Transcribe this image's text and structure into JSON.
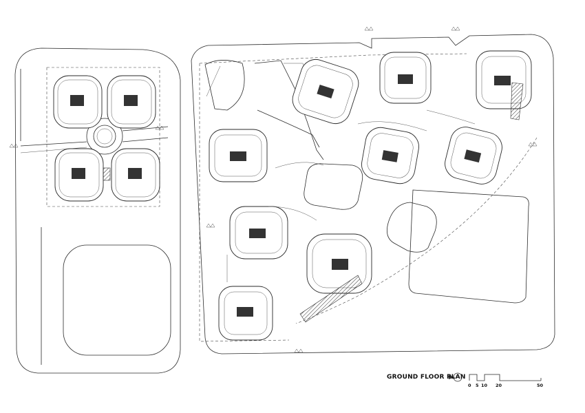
{
  "plan": {
    "title": "GROUND FLOOR PLAN",
    "north_symbol": "north-arrow-icon",
    "scale_ticks": [
      "0",
      "5",
      "10",
      "20",
      "50"
    ]
  },
  "colors": {
    "line": "#2a2a2a",
    "background": "#ffffff"
  }
}
